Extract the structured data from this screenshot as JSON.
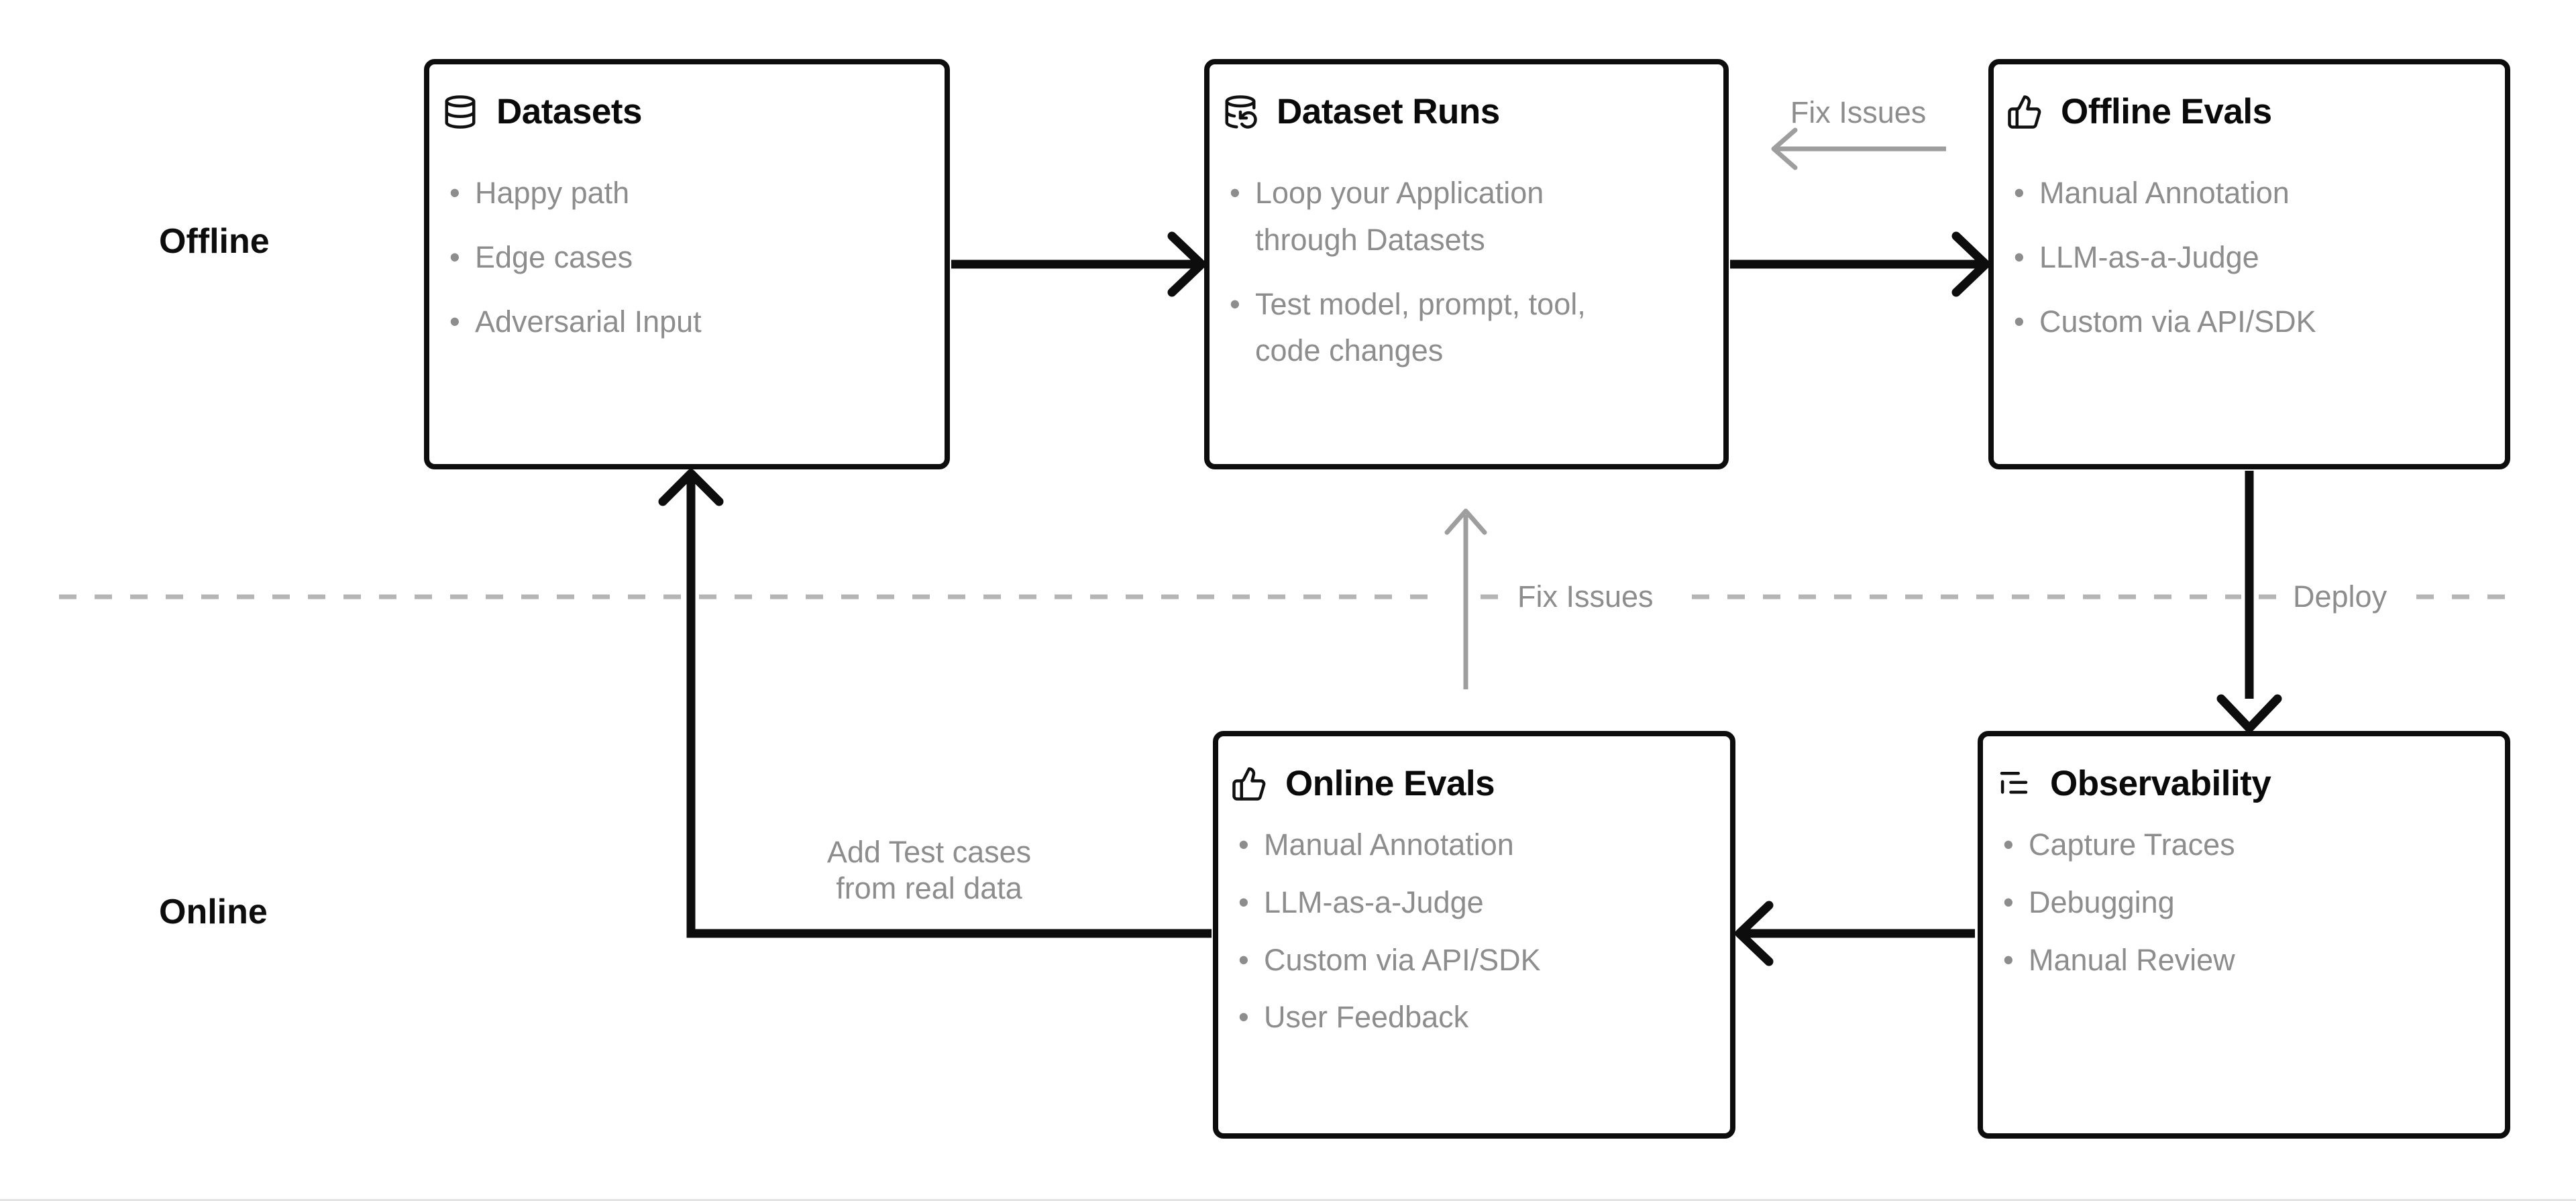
{
  "sections": {
    "offline_label": "Offline",
    "online_label": "Online"
  },
  "boxes": {
    "datasets": {
      "title": "Datasets",
      "icon": "database-icon",
      "items": [
        "Happy path",
        "Edge cases",
        "Adversarial Input"
      ]
    },
    "dataset_runs": {
      "title": "Dataset Runs",
      "icon": "database-rerun-icon",
      "items": [
        "Loop your Application through Datasets",
        "Test model, prompt, tool, code changes"
      ]
    },
    "offline_evals": {
      "title": "Offline Evals",
      "icon": "thumbs-up-icon",
      "items": [
        "Manual Annotation",
        "LLM-as-a-Judge",
        "Custom via API/SDK"
      ]
    },
    "online_evals": {
      "title": "Online Evals",
      "icon": "thumbs-up-icon",
      "items": [
        "Manual Annotation",
        "LLM-as-a-Judge",
        "Custom via API/SDK",
        "User Feedback"
      ]
    },
    "observability": {
      "title": "Observability",
      "icon": "trace-list-icon",
      "items": [
        "Capture Traces",
        "Debugging",
        "Manual Review"
      ]
    }
  },
  "edge_labels": {
    "fix_issues_top": "Fix Issues",
    "fix_issues_middle": "Fix Issues",
    "deploy": "Deploy",
    "add_test_cases_line1": "Add Test cases",
    "add_test_cases_line2": "from real data"
  },
  "colors": {
    "box_border": "#0d0d0d",
    "title_text": "#0a0a0a",
    "muted_text": "#8d8d8d",
    "gray_arrow": "#9e9e9e",
    "dashed_divider": "#b5b5b5",
    "background": "#ffffff"
  }
}
